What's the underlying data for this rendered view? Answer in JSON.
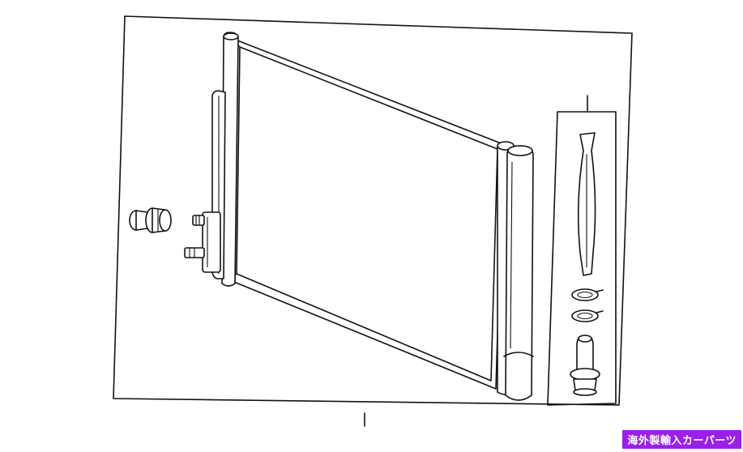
{
  "diagram": {
    "parts": [
      "frame",
      "condenser-core",
      "receiver-dryer-tube",
      "side-tank",
      "pressure-valve",
      "inlet-fitting",
      "outlet-fitting",
      "filter-element",
      "o-ring-upper",
      "o-ring-lower",
      "drain-plug",
      "seal-kit-box"
    ],
    "stroke_color": "#111111",
    "background_color": "#ffffff"
  },
  "watermark": {
    "text": "海外製輸入カーパーツ",
    "background_color": "#9b1fe8",
    "text_color": "#ffffff"
  }
}
